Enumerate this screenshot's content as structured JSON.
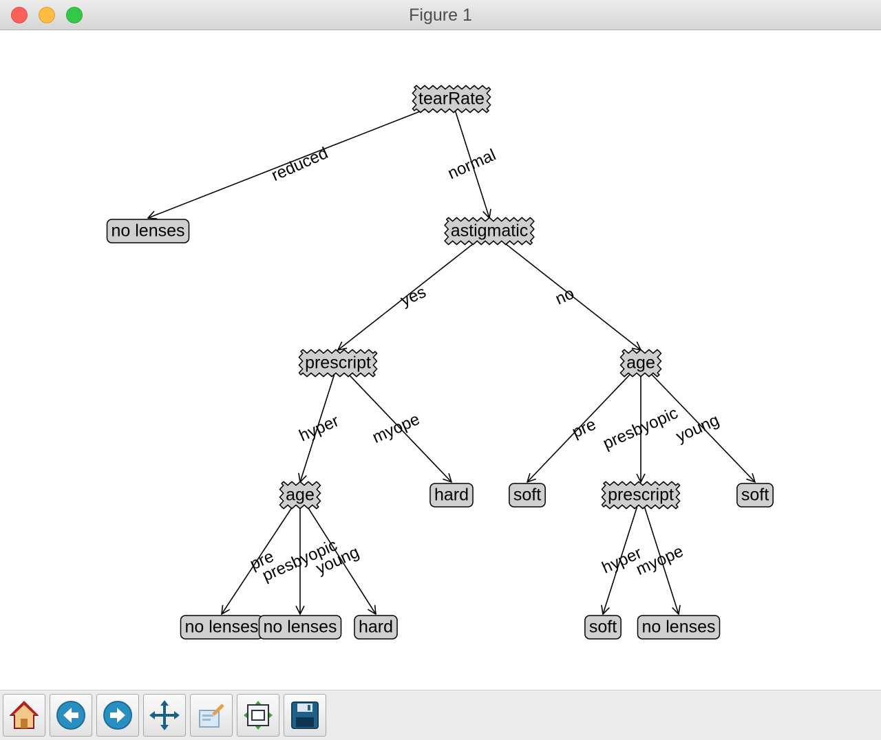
{
  "window": {
    "title": "Figure 1"
  },
  "tree": {
    "decision_nodes": [
      {
        "id": "n0",
        "label": "tearRate"
      },
      {
        "id": "n1",
        "label": "astigmatic"
      },
      {
        "id": "n2",
        "label": "prescript"
      },
      {
        "id": "n3",
        "label": "age"
      },
      {
        "id": "n4",
        "label": "age"
      },
      {
        "id": "n5",
        "label": "prescript"
      }
    ],
    "leaf_nodes": [
      {
        "id": "l0",
        "label": "no lenses"
      },
      {
        "id": "l1",
        "label": "hard"
      },
      {
        "id": "l2",
        "label": "soft"
      },
      {
        "id": "l3",
        "label": "soft"
      },
      {
        "id": "l4",
        "label": "no lenses"
      },
      {
        "id": "l5",
        "label": "no lenses"
      },
      {
        "id": "l6",
        "label": "hard"
      },
      {
        "id": "l7",
        "label": "soft"
      },
      {
        "id": "l8",
        "label": "no lenses"
      }
    ],
    "edges": [
      {
        "from": "n0",
        "to": "l0",
        "label": "reduced"
      },
      {
        "from": "n0",
        "to": "n1",
        "label": "normal"
      },
      {
        "from": "n1",
        "to": "n2",
        "label": "yes"
      },
      {
        "from": "n1",
        "to": "n3",
        "label": "no"
      },
      {
        "from": "n2",
        "to": "n4",
        "label": "hyper"
      },
      {
        "from": "n2",
        "to": "l1",
        "label": "myope"
      },
      {
        "from": "n3",
        "to": "l2",
        "label": "pre"
      },
      {
        "from": "n3",
        "to": "n5",
        "label": "presbyopic"
      },
      {
        "from": "n3",
        "to": "l3",
        "label": "young"
      },
      {
        "from": "n4",
        "to": "l4",
        "label": "pre"
      },
      {
        "from": "n4",
        "to": "l5",
        "label": "presbyopic"
      },
      {
        "from": "n4",
        "to": "l6",
        "label": "young"
      },
      {
        "from": "n5",
        "to": "l7",
        "label": "hyper"
      },
      {
        "from": "n5",
        "to": "l8",
        "label": "myope"
      }
    ]
  },
  "toolbar": {
    "buttons": [
      {
        "name": "home-button",
        "icon": "home-icon"
      },
      {
        "name": "back-button",
        "icon": "arrow-left-icon"
      },
      {
        "name": "forward-button",
        "icon": "arrow-right-icon"
      },
      {
        "name": "pan-button",
        "icon": "move-icon"
      },
      {
        "name": "zoom-button",
        "icon": "zoom-rect-icon"
      },
      {
        "name": "subplots-button",
        "icon": "subplots-icon"
      },
      {
        "name": "save-button",
        "icon": "floppy-disk-icon"
      }
    ]
  }
}
